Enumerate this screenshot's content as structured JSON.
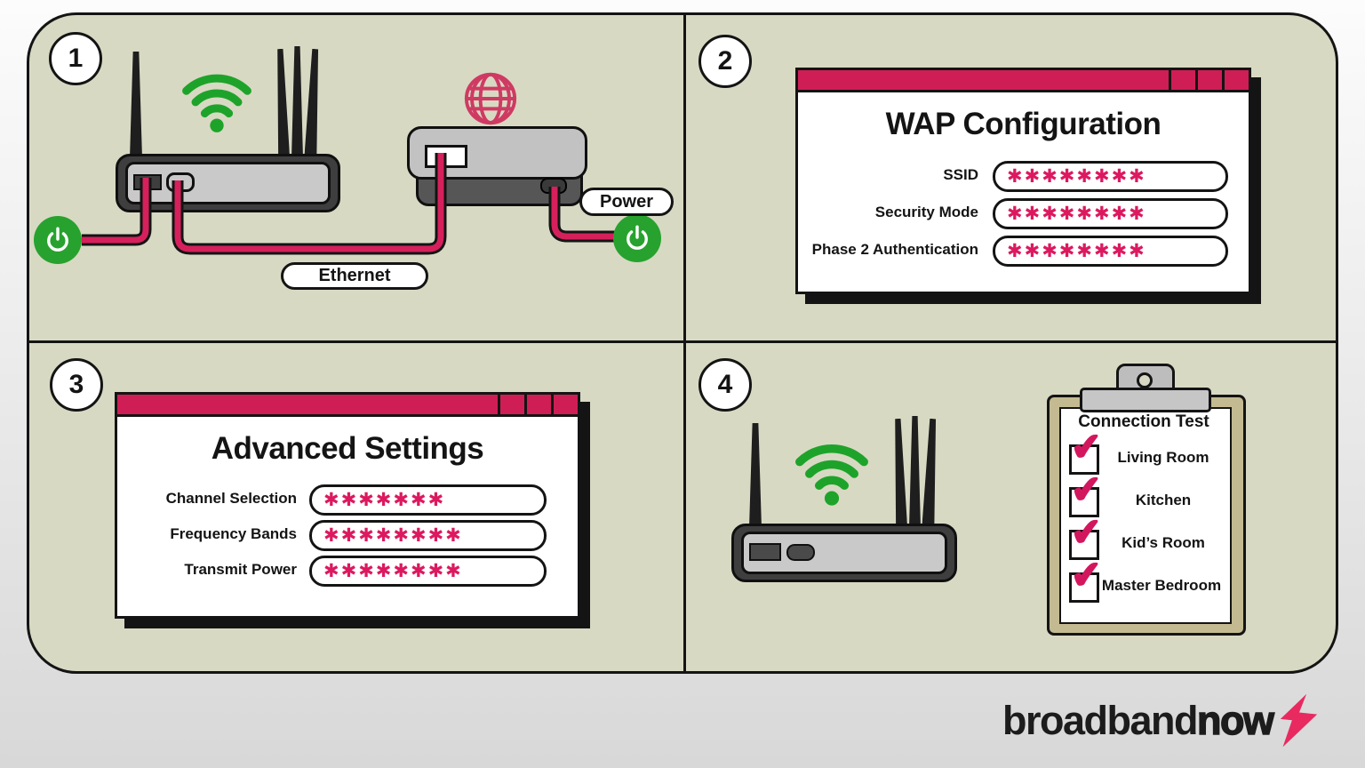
{
  "colors": {
    "accent_pink": "#cf1e55",
    "asterisk_pink": "#dc195f",
    "cable_pink": "#d6205c",
    "wifi_green": "#1ea32a",
    "power_green": "#27a22e",
    "board_background": "#d8d9c3",
    "clipboard_tan": "#c3ba92",
    "outline_black": "#141414"
  },
  "badges": [
    "1",
    "2",
    "3",
    "4"
  ],
  "panel1": {
    "ethernet_label": "Ethernet",
    "power_label": "Power",
    "icons": {
      "wifi": "wifi-icon",
      "globe": "globe-icon",
      "power": "power-icon"
    }
  },
  "panel2": {
    "window": {
      "title": "WAP Configuration",
      "fields": [
        {
          "label": "SSID",
          "value": "✱✱✱✱✱✱✱✱"
        },
        {
          "label": "Security Mode",
          "value": "✱✱✱✱✱✱✱✱"
        },
        {
          "label": "Phase 2 Authentication",
          "value": "✱✱✱✱✱✱✱✱"
        }
      ]
    }
  },
  "panel3": {
    "window": {
      "title": "Advanced Settings",
      "fields": [
        {
          "label": "Channel Selection",
          "value": "✱✱✱✱✱✱✱"
        },
        {
          "label": "Frequency Bands",
          "value": "✱✱✱✱✱✱✱✱"
        },
        {
          "label": "Transmit Power",
          "value": "✱✱✱✱✱✱✱✱"
        }
      ]
    }
  },
  "panel4": {
    "clipboard": {
      "title": "Connection Test",
      "check_glyph": "✔",
      "items": [
        {
          "label": "Living Room",
          "checked": true
        },
        {
          "label": "Kitchen",
          "checked": true
        },
        {
          "label": "Kid’s Room",
          "checked": true
        },
        {
          "label": "Master Bedroom",
          "checked": true
        }
      ]
    },
    "icons": {
      "wifi": "wifi-icon"
    }
  },
  "footer": {
    "brand_regular": "broadband",
    "brand_bold": "now",
    "icon": "lightning-bolt-icon"
  }
}
